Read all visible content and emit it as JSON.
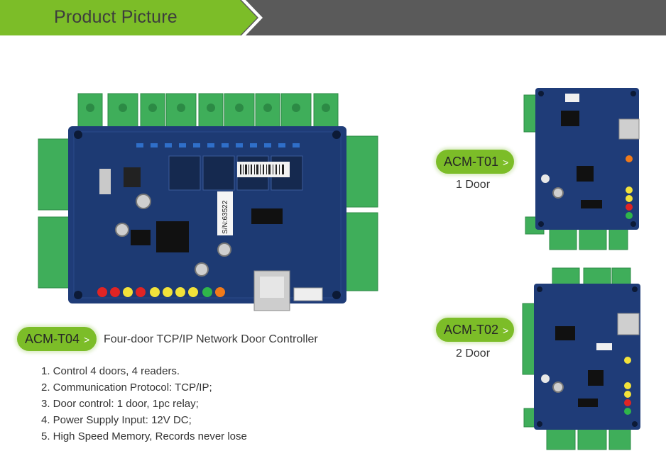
{
  "header": {
    "title": "Product Picture",
    "accent_color": "#7cbd28",
    "bar_color": "#5a5a5a"
  },
  "main_product": {
    "model": "ACM-T04",
    "chevron": ">",
    "description": "Four-door TCP/IP Network Door Controller",
    "board_sticker_sn": "S/N:63522",
    "features": [
      "1. Control 4 doors, 4 readers.",
      "2. Communication Protocol: TCP/IP;",
      "3. Door control: 1 door, 1pc relay;",
      "4. Power Supply Input: 12V DC;",
      "5. High Speed Memory, Records never lose"
    ]
  },
  "variants": [
    {
      "model": "ACM-T01",
      "chevron": ">",
      "label": "1 Door"
    },
    {
      "model": "ACM-T02",
      "chevron": ">",
      "label": "2 Door"
    }
  ],
  "colors": {
    "pcb": "#1f3c78",
    "pcb_dark": "#16305f",
    "terminal_green": "#3fae5a",
    "terminal_dark": "#2c8a45"
  }
}
